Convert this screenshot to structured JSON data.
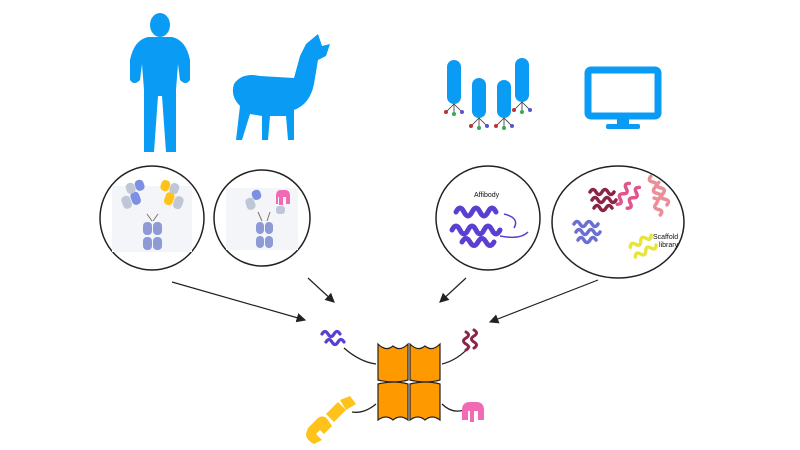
{
  "labels": {
    "affibody": "Affibody",
    "scaffold_line1": "Scaffold",
    "scaffold_line2": "library"
  },
  "colors": {
    "icon_blue": "#0A9CF5",
    "antibody_gray": "#AEB6C8",
    "antibody_blue": "#7C8FE3",
    "domain_orange": "#FF9900",
    "domain_yellow": "#FFC21A",
    "domain_pink": "#F06BB4",
    "helix_purple": "#5A3FD1",
    "helix_maroon": "#8B2447",
    "helix_pink": "#E0558C",
    "helix_yellow": "#E8E53A",
    "helix_salmon": "#EC8E98",
    "arrow": "#222222"
  },
  "icons": [
    "human-icon",
    "llama-icon",
    "cell-display-icon",
    "computer-monitor-icon"
  ]
}
